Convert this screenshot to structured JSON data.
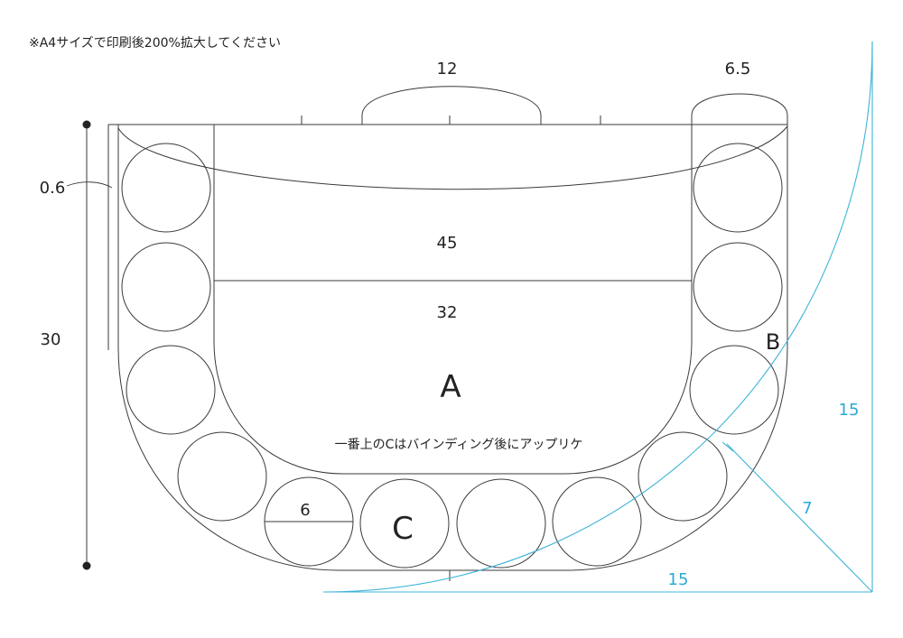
{
  "note": "※A4サイズで印刷後200%拡大してください",
  "dimensions": {
    "top_width": "12",
    "corner_width": "6.5",
    "seam": "0.6",
    "height": "30",
    "outer_len": "45",
    "inner_len": "32",
    "circle_dia": "6",
    "guide_vertical": "15",
    "guide_horizontal": "15",
    "guide_diagonal": "7"
  },
  "parts": {
    "a": "A",
    "b": "B",
    "c": "C"
  },
  "instruction": "一番上のCはバインディング後にアップリケ",
  "colors": {
    "ink": "#3a3a3a",
    "guide": "#3db4d8"
  }
}
